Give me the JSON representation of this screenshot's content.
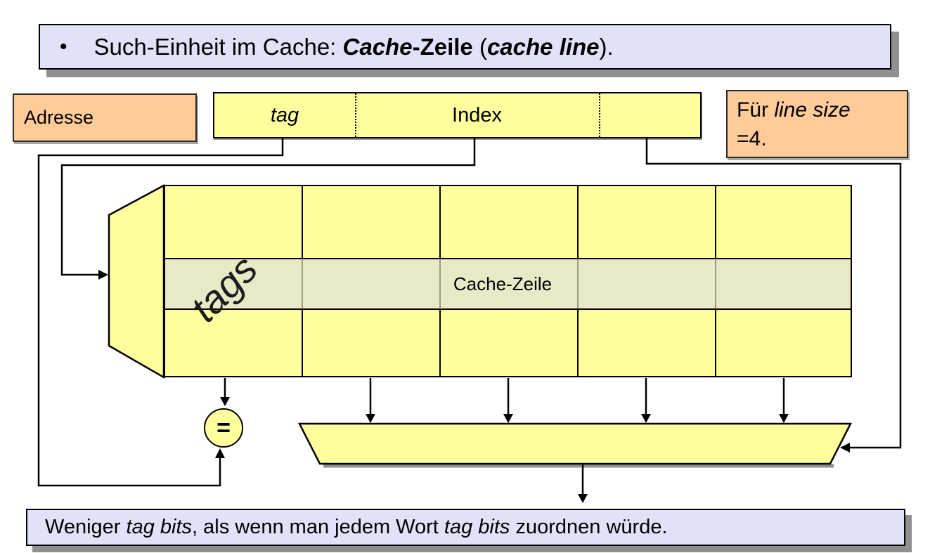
{
  "banner_top": {
    "bullet": "•",
    "prefix": "Such-Einheit im Cache: ",
    "term_bold_italic": "Cache",
    "term_bold": "-Zeile",
    "paren_open": " (",
    "term_english": "cache line",
    "suffix": ")."
  },
  "address_label": {
    "text": "Adresse"
  },
  "address_field": {
    "tag_label": "tag",
    "index_label": "Index"
  },
  "line_size_note": {
    "line1_prefix": "Für ",
    "line1_italic": "line size",
    "line2": "=4."
  },
  "cache_array": {
    "tags_label": "tags",
    "row_label": "Cache-Zeile",
    "columns": 5,
    "rows": 3
  },
  "comparator": {
    "symbol": "="
  },
  "banner_bottom": {
    "t1": "Weniger ",
    "i1": "tag bits",
    "t2": ", als wenn man jedem Wort ",
    "i2": "tag bits",
    "t3": " zuordnen würde."
  },
  "colors": {
    "banner_bg": "#e1e1f8",
    "note_bg": "#ffcc99",
    "block_bg": "#ffff9e",
    "highlight_row_bg": "#e9e9c8",
    "shadow": "#909090",
    "line": "#000000"
  }
}
